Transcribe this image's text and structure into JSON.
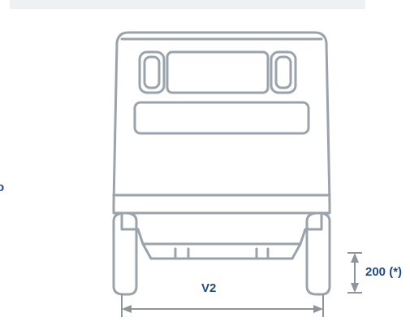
{
  "labels": {
    "left_dimension": "o",
    "ground_clearance": "200 (*)",
    "track_width": "V2"
  },
  "colors": {
    "outline": "#9aa3ab",
    "dimension_line": "#8d949b",
    "label_text": "#1e4a8c",
    "top_band": "#eef0f2"
  }
}
